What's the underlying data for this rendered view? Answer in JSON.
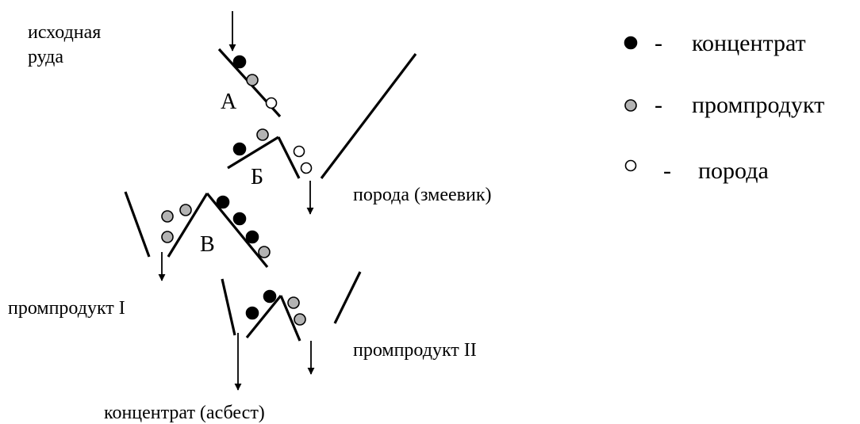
{
  "labels": {
    "input_ore": [
      "исходная",
      "руда"
    ],
    "stage_a": "А",
    "stage_b": "Б",
    "stage_v": "В",
    "rock_output": "порода (змеевик)",
    "middling_1": "промпродукт I",
    "middling_2": "промпродукт II",
    "concentrate_output": "концентрат (асбест)"
  },
  "legend": {
    "items": [
      {
        "symbol": "black-dot",
        "dash": "-",
        "label": "концентрат"
      },
      {
        "symbol": "gray-dot",
        "dash": "-",
        "label": "промпродукт"
      },
      {
        "symbol": "white-dot",
        "dash": "-",
        "label": "порода"
      }
    ]
  },
  "colors": {
    "concentrate": "#000000",
    "middling": "#b3b3b3",
    "rock": "#ffffff",
    "line": "#000000"
  }
}
